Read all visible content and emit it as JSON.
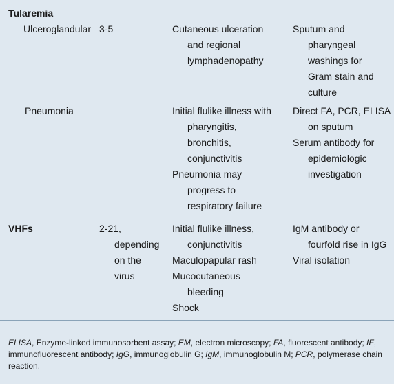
{
  "sections": [
    {
      "title": "Tularemia",
      "rows": [
        {
          "name": "Ulceroglandular",
          "incubation": [
            "3-5"
          ],
          "findings": [
            [
              "Cutaneous ulceration",
              "and regional",
              "lymphadenopathy"
            ]
          ],
          "diagnosis": [
            [
              "Sputum and",
              "pharyngeal",
              "washings for",
              "Gram stain and",
              "culture"
            ]
          ]
        },
        {
          "name": "Pneumonia",
          "incubation": [],
          "findings": [
            [
              "Initial flulike illness with",
              "pharyngitis,",
              "bronchitis,",
              "conjunctivitis"
            ],
            [
              "Pneumonia may",
              "progress to",
              "respiratory failure"
            ]
          ],
          "diagnosis": [
            [
              "Direct FA, PCR, ELISA",
              "on sputum"
            ],
            [
              "Serum antibody for",
              "epidemiologic",
              "investigation"
            ]
          ]
        }
      ]
    },
    {
      "title": "VHFs",
      "rows": [
        {
          "name": "",
          "incubation": [
            "2-21,",
            "depending",
            "on the",
            "virus"
          ],
          "findings": [
            [
              "Initial flulike illness,",
              "conjunctivitis"
            ],
            [
              "Maculopapular rash"
            ],
            [
              "Mucocutaneous",
              "bleeding"
            ],
            [
              "Shock"
            ]
          ],
          "diagnosis": [
            [
              "IgM antibody or",
              "fourfold rise in IgG"
            ],
            [
              "Viral isolation"
            ]
          ]
        }
      ]
    }
  ],
  "footnote": [
    {
      "abbr": "ELISA",
      "def": ", Enzyme-linked immunosorbent assay; "
    },
    {
      "abbr": "EM",
      "def": ", electron microscopy; "
    },
    {
      "abbr": "FA",
      "def": ", fluorescent antibody; "
    },
    {
      "abbr": "IF",
      "def": ", immunofluorescent antibody; "
    },
    {
      "abbr": "IgG",
      "def": ", immunoglobulin G; "
    },
    {
      "abbr": "IgM",
      "def": ", immunoglobulin M; "
    },
    {
      "abbr": "PCR",
      "def": ", polymerase chain reaction."
    }
  ]
}
